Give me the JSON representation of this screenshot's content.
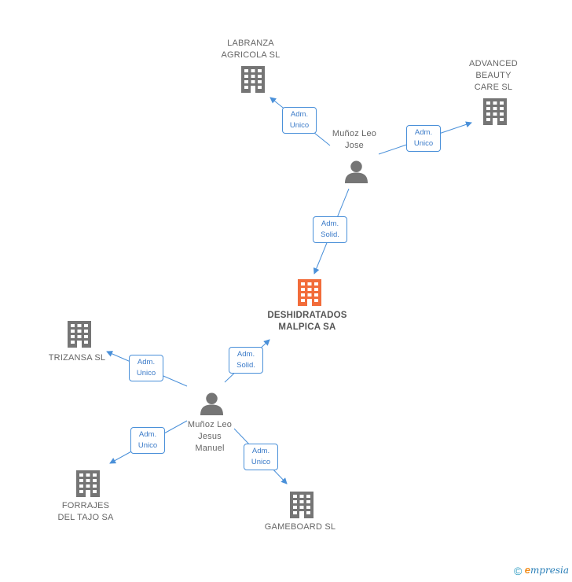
{
  "colors": {
    "company": "#757575",
    "main_company": "#f26c3a",
    "person": "#757575",
    "edge": "#4a90d9"
  },
  "nodes": {
    "labranza": {
      "label": "LABRANZA\nAGRICOLA SL",
      "icon": "building-icon"
    },
    "advanced": {
      "label": "ADVANCED\nBEAUTY\nCARE SL",
      "icon": "building-icon"
    },
    "jose": {
      "label": "Muñoz Leo\nJose",
      "icon": "person-icon"
    },
    "deshidratados": {
      "label": "DESHIDRATADOS\nMALPICA SA",
      "icon": "building-icon"
    },
    "trizansa": {
      "label": "TRIZANSA SL",
      "icon": "building-icon"
    },
    "jesus": {
      "label": "Muñoz Leo\nJesus\nManuel",
      "icon": "person-icon"
    },
    "forrajes": {
      "label": "FORRAJES\nDEL TAJO SA",
      "icon": "building-icon"
    },
    "gameboard": {
      "label": "GAMEBOARD SL",
      "icon": "building-icon"
    }
  },
  "edges": {
    "jose_labranza": {
      "line1": "Adm.",
      "line2": "Unico"
    },
    "jose_advanced": {
      "line1": "Adm.",
      "line2": "Unico"
    },
    "jose_deshidratados": {
      "line1": "Adm.",
      "line2": "Solid."
    },
    "jesus_deshidratados": {
      "line1": "Adm.",
      "line2": "Solid."
    },
    "jesus_trizansa": {
      "line1": "Adm.",
      "line2": "Unico"
    },
    "jesus_forrajes": {
      "line1": "Adm.",
      "line2": "Unico"
    },
    "jesus_gameboard": {
      "line1": "Adm.",
      "line2": "Unico"
    }
  },
  "footer": {
    "copyright": "©",
    "brand_first": "e",
    "brand_rest": "mpresia"
  }
}
